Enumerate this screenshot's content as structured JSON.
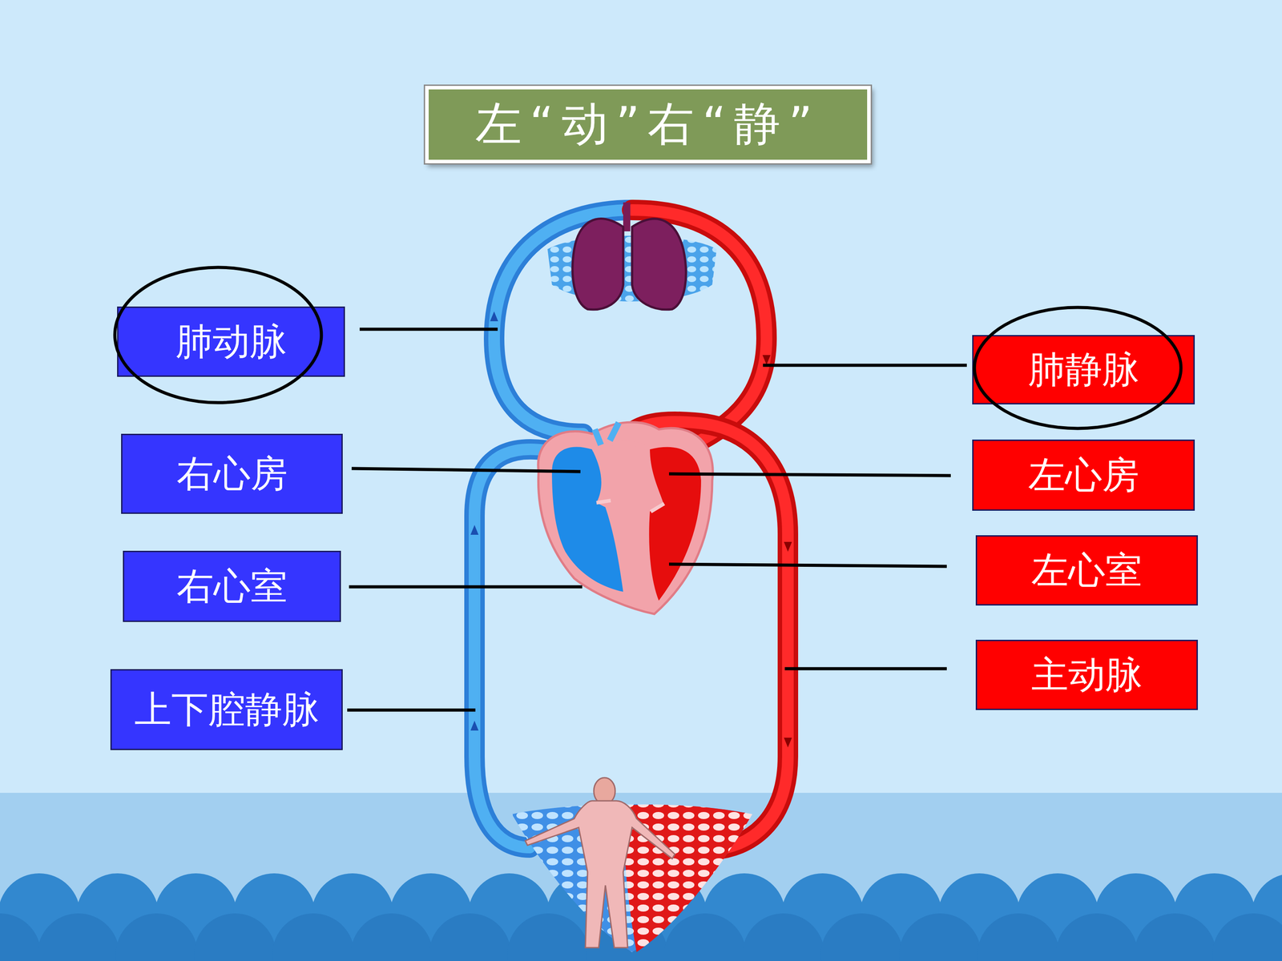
{
  "diagram": {
    "title": "左“动”右“静”",
    "nodes": [
      {
        "text": [
          "肺动脉"
        ]
      },
      {
        "text": [
          "肺静脉"
        ]
      },
      {
        "text": [
          "右心房"
        ]
      },
      {
        "text": [
          "左心房"
        ]
      },
      {
        "text": [
          "右心室"
        ]
      },
      {
        "text": [
          "左心室"
        ]
      },
      {
        "text": [
          "上下腔静脉"
        ]
      },
      {
        "text": [
          "主动脉"
        ]
      }
    ]
  }
}
